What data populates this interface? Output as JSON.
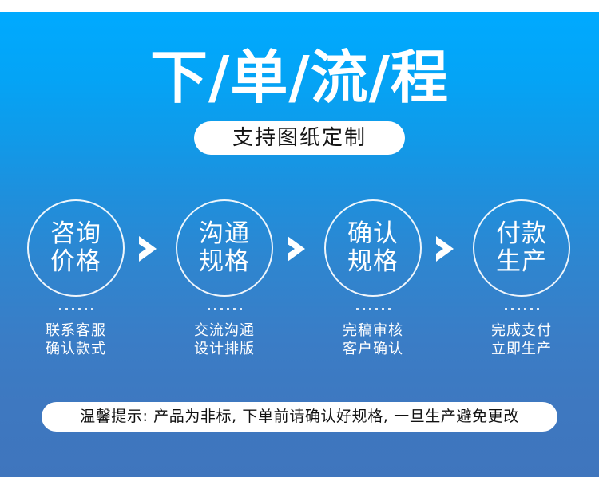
{
  "theme": {
    "bg_top": "#00aaff",
    "bg_bottom": "#3f75bd",
    "text_on_blue": "#ffffff",
    "pill_bg": "#ffffff",
    "pill_text": "#151515"
  },
  "header": {
    "title": "下/单/流/程",
    "badge": "支持图纸定制"
  },
  "steps": [
    {
      "index": "1",
      "circle_line1": "咨询",
      "circle_line2": "价格",
      "dots": 6,
      "caption_line1": "联系客服",
      "caption_line2": "确认款式"
    },
    {
      "index": "2",
      "circle_line1": "沟通",
      "circle_line2": "规格",
      "dots": 6,
      "caption_line1": "交流沟通",
      "caption_line2": "设计排版"
    },
    {
      "index": "3",
      "circle_line1": "确认",
      "circle_line2": "规格",
      "dots": 6,
      "caption_line1": "完稿审核",
      "caption_line2": "客户确认"
    },
    {
      "index": "4",
      "circle_line1": "付款",
      "circle_line2": "生产",
      "dots": 6,
      "caption_line1": "完成支付",
      "caption_line2": "立即生产"
    }
  ],
  "separators": [
    {
      "icon": "chevron-right-icon"
    },
    {
      "icon": "chevron-right-icon"
    },
    {
      "icon": "chevron-right-icon"
    }
  ],
  "footer": {
    "notice": "温馨提示: 产品为非标, 下单前请确认好规格, 一旦生产避免更改"
  }
}
